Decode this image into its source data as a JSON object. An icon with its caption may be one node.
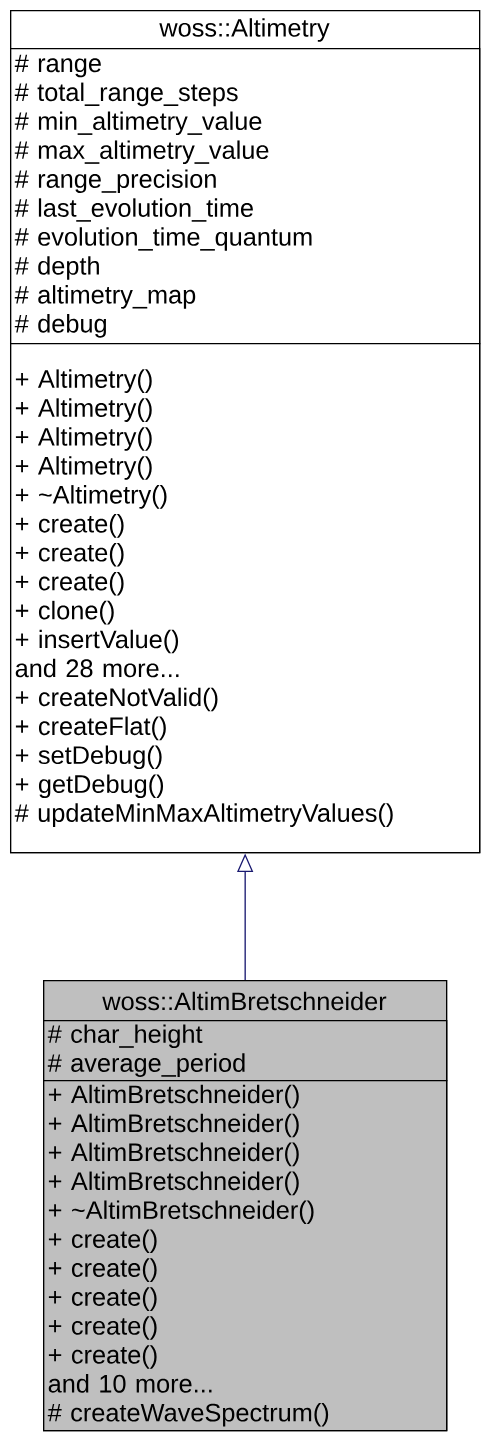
{
  "diagram": {
    "nodes": [
      {
        "text": [
          "woss::Altimetry"
        ]
      },
      {
        "text": [
          "# range",
          "# total_range_steps",
          "# min_altimetry_value",
          "# max_altimetry_value",
          "# range_precision",
          "# last_evolution_time",
          "# evolution_time_quantum",
          "# depth",
          "# altimetry_map",
          "# debug"
        ],
        "in": 0
      },
      {
        "text": [
          "+ Altimetry()",
          "+ Altimetry()",
          "+ Altimetry()",
          "+ Altimetry()",
          "+ ~Altimetry()",
          "+ create()",
          "+ create()",
          "+ create()",
          "+ clone()",
          "+ insertValue()",
          "and 28 more...",
          "+ createNotValid()",
          "+ createFlat()",
          "+ setDebug()",
          "+ getDebug()",
          "# updateMinMaxAltimetryValues()"
        ],
        "in": 0
      },
      {
        "text": [
          "woss::AltimBretschneider"
        ]
      },
      {
        "text": [
          "# char_height",
          "# average_period"
        ],
        "in": 3
      },
      {
        "text": [
          "+ AltimBretschneider()",
          "+ AltimBretschneider()",
          "+ AltimBretschneider()",
          "+ AltimBretschneider()",
          "+ ~AltimBretschneider()",
          "+ create()",
          "+ create()",
          "+ create()",
          "+ create()",
          "+ create()",
          "and 10 more...",
          "# createWaveSpectrum()"
        ],
        "in": 3
      }
    ],
    "edges": [
      {
        "from": 3,
        "to": 0,
        "arrow": "to",
        "color": "#191970"
      }
    ]
  }
}
